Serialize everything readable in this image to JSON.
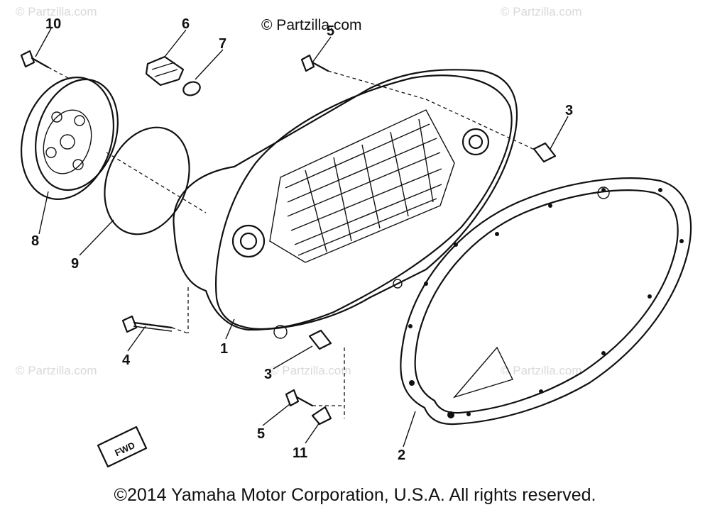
{
  "watermarks": {
    "top_center": "© Partzilla.com",
    "faint": [
      "© Partzilla.com",
      "© Partzilla.com",
      "© Partzilla.com",
      "© Partzilla.com",
      "© Partzilla.com"
    ]
  },
  "callouts": [
    {
      "id": "10",
      "label": "10"
    },
    {
      "id": "6",
      "label": "6"
    },
    {
      "id": "7",
      "label": "7"
    },
    {
      "id": "5a",
      "label": "5"
    },
    {
      "id": "3a",
      "label": "3"
    },
    {
      "id": "8",
      "label": "8"
    },
    {
      "id": "9",
      "label": "9"
    },
    {
      "id": "4",
      "label": "4"
    },
    {
      "id": "1",
      "label": "1"
    },
    {
      "id": "3b",
      "label": "3"
    },
    {
      "id": "5b",
      "label": "5"
    },
    {
      "id": "11",
      "label": "11"
    },
    {
      "id": "2",
      "label": "2"
    }
  ],
  "fwd_label": "FWD",
  "copyright": "©2014 Yamaha Motor Corporation, U.S.A. All rights reserved.",
  "colors": {
    "ink": "#111111",
    "watermark": "#d9d9d9",
    "background": "#ffffff"
  }
}
